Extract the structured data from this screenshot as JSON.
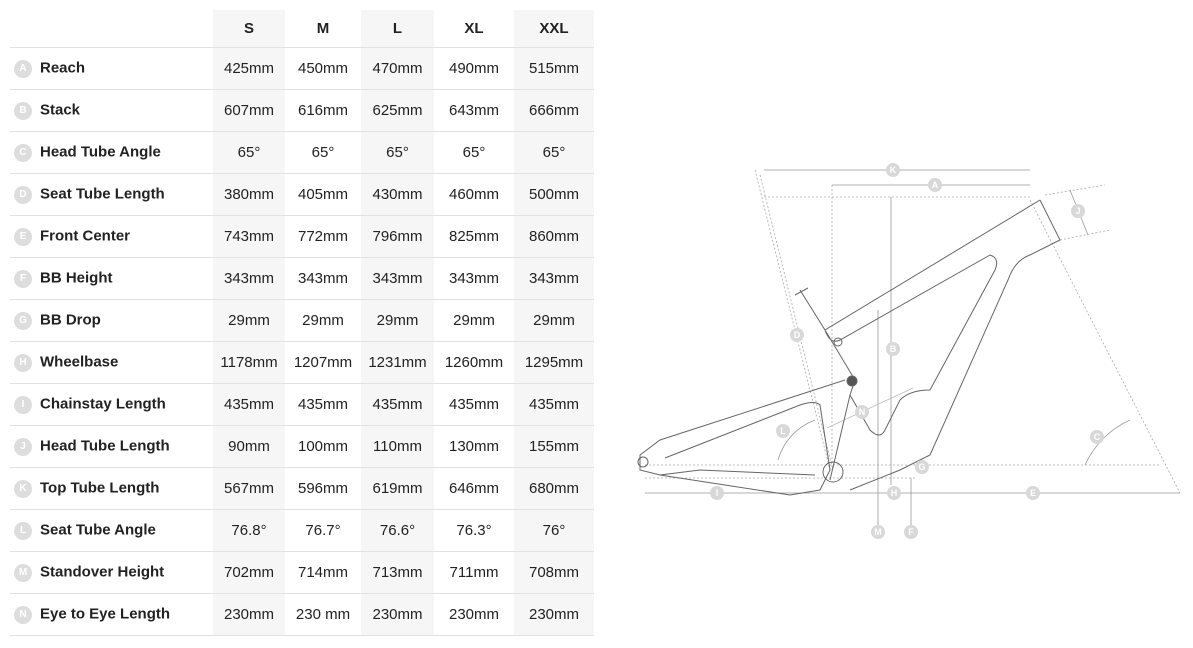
{
  "sizes": [
    "S",
    "M",
    "L",
    "XL",
    "XXL"
  ],
  "rows": [
    {
      "letter": "A",
      "label": "Reach",
      "values": [
        "425mm",
        "450mm",
        "470mm",
        "490mm",
        "515mm"
      ]
    },
    {
      "letter": "B",
      "label": "Stack",
      "values": [
        "607mm",
        "616mm",
        "625mm",
        "643mm",
        "666mm"
      ]
    },
    {
      "letter": "C",
      "label": "Head Tube Angle",
      "values": [
        "65°",
        "65°",
        "65°",
        "65°",
        "65°"
      ]
    },
    {
      "letter": "D",
      "label": "Seat Tube Length",
      "values": [
        "380mm",
        "405mm",
        "430mm",
        "460mm",
        "500mm"
      ]
    },
    {
      "letter": "E",
      "label": "Front Center",
      "values": [
        "743mm",
        "772mm",
        "796mm",
        "825mm",
        "860mm"
      ]
    },
    {
      "letter": "F",
      "label": "BB Height",
      "values": [
        "343mm",
        "343mm",
        "343mm",
        "343mm",
        "343mm"
      ]
    },
    {
      "letter": "G",
      "label": "BB Drop",
      "values": [
        "29mm",
        "29mm",
        "29mm",
        "29mm",
        "29mm"
      ]
    },
    {
      "letter": "H",
      "label": "Wheelbase",
      "values": [
        "1178mm",
        "1207mm",
        "1231mm",
        "1260mm",
        "1295mm"
      ]
    },
    {
      "letter": "I",
      "label": "Chainstay Length",
      "values": [
        "435mm",
        "435mm",
        "435mm",
        "435mm",
        "435mm"
      ]
    },
    {
      "letter": "J",
      "label": "Head Tube Length",
      "values": [
        "90mm",
        "100mm",
        "110mm",
        "130mm",
        "155mm"
      ]
    },
    {
      "letter": "K",
      "label": "Top Tube Length",
      "values": [
        "567mm",
        "596mm",
        "619mm",
        "646mm",
        "680mm"
      ]
    },
    {
      "letter": "L",
      "label": "Seat Tube Angle",
      "values": [
        "76.8°",
        "76.7°",
        "76.6°",
        "76.3°",
        "76°"
      ]
    },
    {
      "letter": "M",
      "label": "Standover Height",
      "values": [
        "702mm",
        "714mm",
        "713mm",
        "711mm",
        "708mm"
      ]
    },
    {
      "letter": "N",
      "label": "Eye to Eye Length",
      "values": [
        "230mm",
        "230 mm",
        "230mm",
        "230mm",
        "230mm"
      ]
    }
  ],
  "diagram": {
    "labels": {
      "K": "K",
      "A": "A",
      "J": "J",
      "D": "D",
      "B": "B",
      "N": "N",
      "L": "L",
      "C": "C",
      "G": "G",
      "I": "I",
      "H": "H",
      "E": "E",
      "M": "M",
      "F": "F"
    }
  }
}
